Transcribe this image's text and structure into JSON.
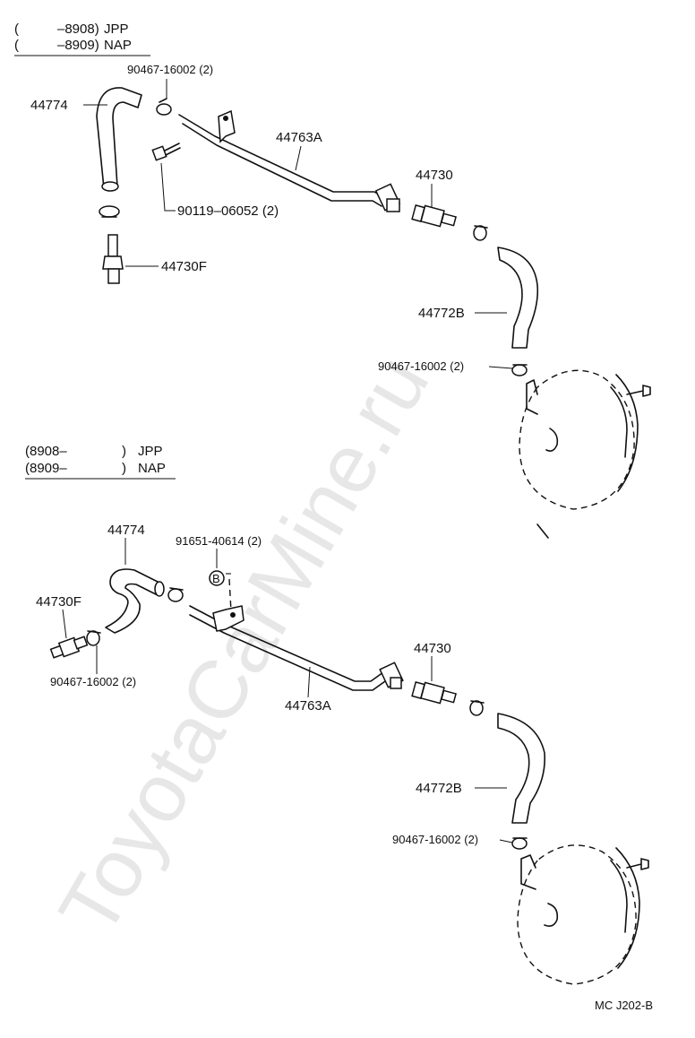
{
  "watermark": "ToyotaCarMine.ru",
  "code": "MC  J202-B",
  "sections": [
    {
      "header": [
        {
          "paren": "(",
          "range": "–8908)",
          "market": "JPP"
        },
        {
          "paren": "(",
          "range": "–8909)",
          "market": "NAP"
        }
      ],
      "labels": {
        "clamp_top": "90467-16002 (2)",
        "hose": "44774",
        "pipe": "44763A",
        "bolt": "90119–06052 (2)",
        "valve": "44730",
        "union": "44730F",
        "hose_b": "44772B",
        "clamp_bottom": "90467-16002 (2)"
      }
    },
    {
      "header": [
        {
          "range": "(8908–",
          "paren": ")",
          "market": "JPP"
        },
        {
          "range": "(8909–",
          "paren": ")",
          "market": "NAP"
        }
      ],
      "labels": {
        "hose": "44774",
        "bolt": "91651-40614 (2)",
        "bolt_mark": "B",
        "union": "44730F",
        "clamp_left": "90467-16002 (2)",
        "valve": "44730",
        "pipe": "44763A",
        "hose_b": "44772B",
        "clamp_bottom": "90467-16002 (2)"
      }
    }
  ]
}
